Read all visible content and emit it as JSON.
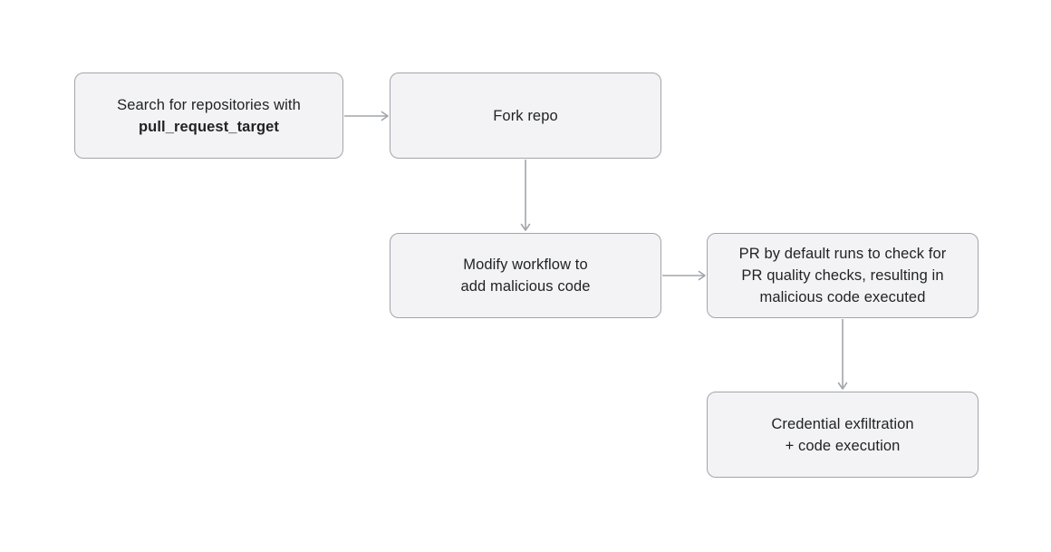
{
  "diagram": {
    "nodes": [
      {
        "id": "search",
        "line1": "Search for repositories with",
        "line2": "pull_request_target"
      },
      {
        "id": "fork",
        "line1": "Fork repo"
      },
      {
        "id": "modify",
        "line1": "Modify workflow to",
        "line2": "add malicious code"
      },
      {
        "id": "pr",
        "line1": "PR by default runs to check for",
        "line2": "PR quality checks, resulting in",
        "line3": "malicious code executed"
      },
      {
        "id": "cred",
        "line1": "Credential exfiltration",
        "line2": "+ code execution"
      }
    ],
    "edges": [
      {
        "from": "search",
        "to": "fork",
        "direction": "right"
      },
      {
        "from": "fork",
        "to": "modify",
        "direction": "down"
      },
      {
        "from": "modify",
        "to": "pr",
        "direction": "right"
      },
      {
        "from": "pr",
        "to": "cred",
        "direction": "down"
      }
    ]
  },
  "colors": {
    "background": "#ffffff",
    "box_fill": "#f3f3f5",
    "box_border": "#a2a5ac",
    "arrow": "#a2a5ac",
    "text": "#1f2125"
  }
}
